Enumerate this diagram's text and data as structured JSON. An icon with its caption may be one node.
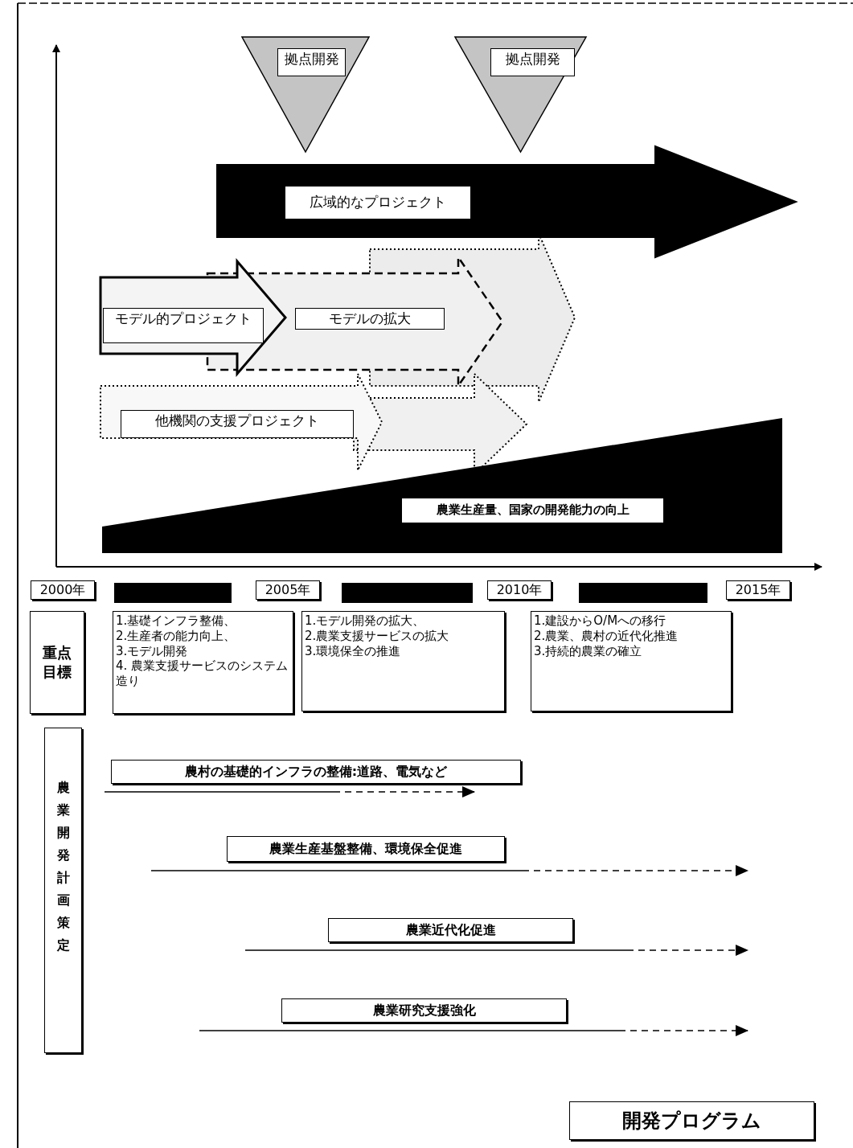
{
  "diagram": {
    "nodes": [
      {
        "text": [
          "拠点開発"
        ]
      },
      {
        "text": [
          "拠点開発"
        ]
      },
      {
        "text": [
          "広域的なプロジェクト"
        ]
      },
      {
        "text": [
          "モデル的プロジェクト"
        ]
      },
      {
        "text": [],
        "shape": "arrow"
      },
      {
        "text": [
          "モデルの拡大"
        ]
      },
      {
        "text": [
          "他機関の支援プロジェクト"
        ]
      },
      {
        "text": [],
        "shape": "arrow"
      },
      {
        "text": [
          "農業生産量、国家の開発能力の向上"
        ]
      },
      {
        "text": [
          "2000年"
        ]
      },
      {
        "text": [],
        "shape": "bar"
      },
      {
        "text": [
          "2005年"
        ]
      },
      {
        "text": [],
        "shape": "bar"
      },
      {
        "text": [
          "2010年"
        ]
      },
      {
        "text": [],
        "shape": "bar"
      },
      {
        "text": [
          "2015年"
        ]
      },
      {
        "text": [
          "重点目標"
        ]
      },
      {
        "text": [
          "1.基礎インフラ整備、",
          "2.生産者の能力向上、",
          "3.モデル開発",
          "4. 農業支援サービスのシステム造り"
        ]
      },
      {
        "text": [
          "1.モデル開発の拡大、",
          "2.農業支援サービスの拡大",
          "3.環境保全の推進"
        ]
      },
      {
        "text": [
          "1.建設からO/Mへの移行",
          "2.農業、農村の近代化推進",
          "3.持続的農業の確立"
        ]
      },
      {
        "text": [
          "農業開発計画策定"
        ]
      },
      {
        "text": [
          "農村の基礎的インフラの整備:道路、電気など"
        ]
      },
      {
        "text": [
          "農業生産基盤整備、環境保全促進"
        ]
      },
      {
        "text": [
          "農業近代化促進"
        ]
      },
      {
        "text": [
          "農業研究支援強化"
        ]
      },
      {
        "text": [
          "開発プログラム"
        ]
      }
    ]
  }
}
